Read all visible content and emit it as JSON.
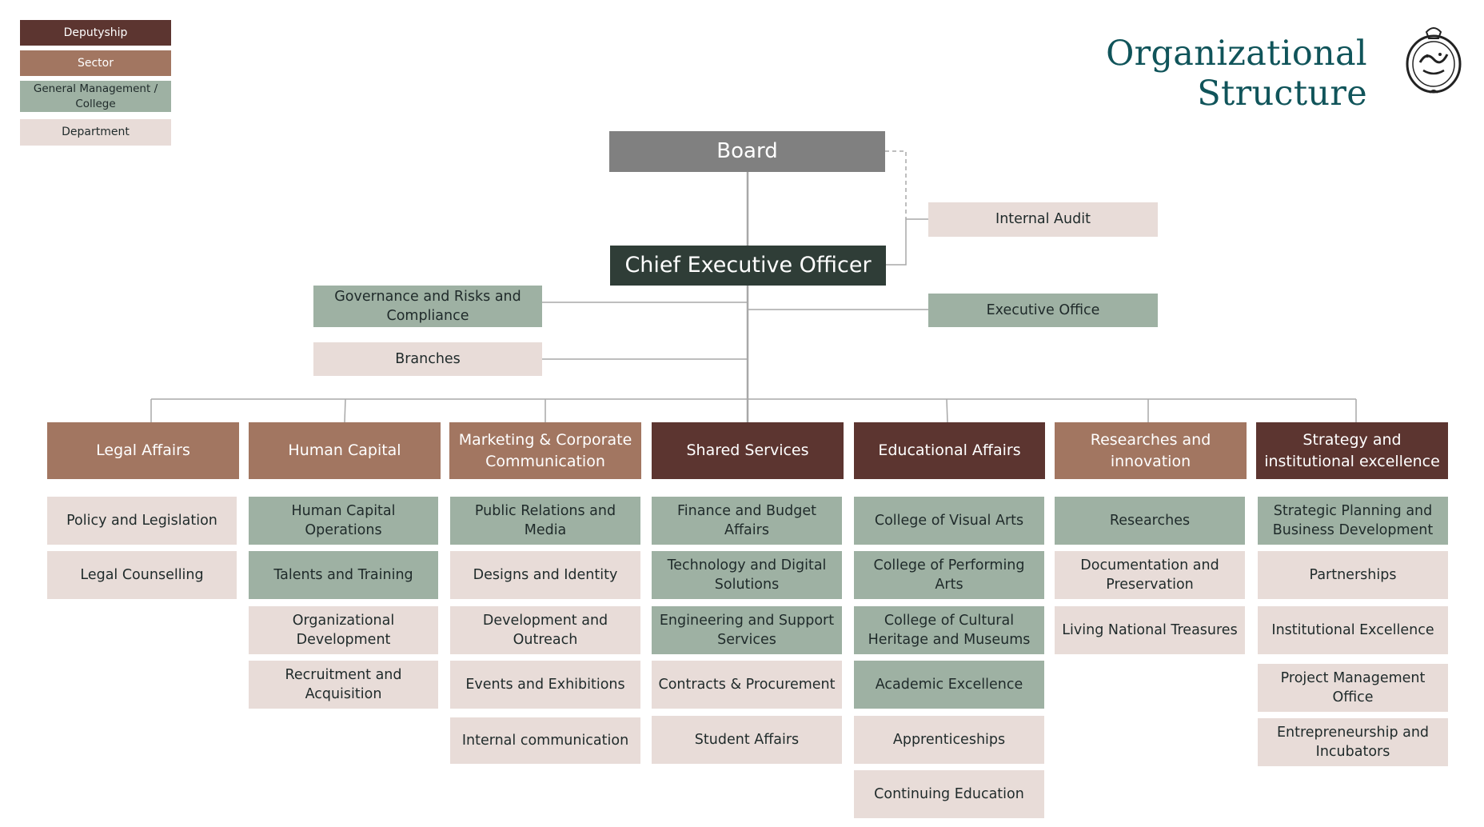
{
  "title": "Organizational Structure",
  "legend": [
    {
      "label": "Deputyship",
      "level": "deputy"
    },
    {
      "label": "Sector",
      "level": "sector"
    },
    {
      "label": "General Management / College",
      "level": "gm"
    },
    {
      "label": "Department",
      "level": "dept"
    }
  ],
  "board": "Board",
  "ceo": "Chief Executive Officer",
  "side_units": [
    {
      "label": "Internal Audit",
      "level": "dept"
    },
    {
      "label": "Executive Office",
      "level": "gm"
    },
    {
      "label": "Governance and Risks and Compliance",
      "level": "gm"
    },
    {
      "label": "Branches",
      "level": "dept"
    }
  ],
  "columns": [
    {
      "head": "Legal Affairs",
      "level": "sector",
      "items": [
        {
          "label": "Policy and Legislation",
          "level": "dept"
        },
        {
          "label": "Legal Counselling",
          "level": "dept"
        }
      ]
    },
    {
      "head": "Human Capital",
      "level": "sector",
      "items": [
        {
          "label": "Human Capital Operations",
          "level": "gm"
        },
        {
          "label": "Talents and Training",
          "level": "gm"
        },
        {
          "label": "Organizational Development",
          "level": "dept"
        },
        {
          "label": "Recruitment and Acquisition",
          "level": "dept"
        }
      ]
    },
    {
      "head": "Marketing & Corporate Communication",
      "level": "sector",
      "items": [
        {
          "label": "Public Relations and Media",
          "level": "gm"
        },
        {
          "label": "Designs and Identity",
          "level": "dept"
        },
        {
          "label": "Development and Outreach",
          "level": "dept"
        },
        {
          "label": "Events and Exhibitions",
          "level": "dept"
        },
        {
          "label": "Internal communication",
          "level": "dept"
        }
      ]
    },
    {
      "head": "Shared Services",
      "level": "deputy",
      "items": [
        {
          "label": "Finance and Budget Affairs",
          "level": "gm"
        },
        {
          "label": "Technology and Digital Solutions",
          "level": "gm"
        },
        {
          "label": "Engineering and Support Services",
          "level": "gm"
        },
        {
          "label": "Contracts & Procurement",
          "level": "dept"
        },
        {
          "label": "Student Affairs",
          "level": "dept"
        }
      ]
    },
    {
      "head": "Educational Affairs",
      "level": "deputy",
      "items": [
        {
          "label": "College of Visual Arts",
          "level": "gm"
        },
        {
          "label": "College of Performing Arts",
          "level": "gm"
        },
        {
          "label": "College of Cultural Heritage and Museums",
          "level": "gm"
        },
        {
          "label": "Academic Excellence",
          "level": "gm"
        },
        {
          "label": "Apprenticeships",
          "level": "dept"
        },
        {
          "label": "Continuing Education",
          "level": "dept"
        }
      ]
    },
    {
      "head": "Researches and innovation",
      "level": "sector",
      "items": [
        {
          "label": "Researches",
          "level": "gm"
        },
        {
          "label": "Documentation and Preservation",
          "level": "dept"
        },
        {
          "label": "Living National Treasures",
          "level": "dept"
        }
      ]
    },
    {
      "head": "Strategy and institutional excellence",
      "level": "deputy",
      "items": [
        {
          "label": "Strategic Planning and Business Development",
          "level": "gm"
        },
        {
          "label": "Partnerships",
          "level": "dept"
        },
        {
          "label": "Institutional Excellence",
          "level": "dept"
        },
        {
          "label": "Project Management Office",
          "level": "dept"
        },
        {
          "label": "Entrepreneurship and Incubators",
          "level": "dept"
        }
      ]
    }
  ],
  "colors": {
    "deputy": "#5c3530",
    "sector": "#a27661",
    "gm": "#9eb1a3",
    "dept": "#e8dcd8",
    "board": "#808080",
    "ceo": "#2f3d37",
    "title": "#10545a",
    "connector": "#a8a8a8"
  }
}
